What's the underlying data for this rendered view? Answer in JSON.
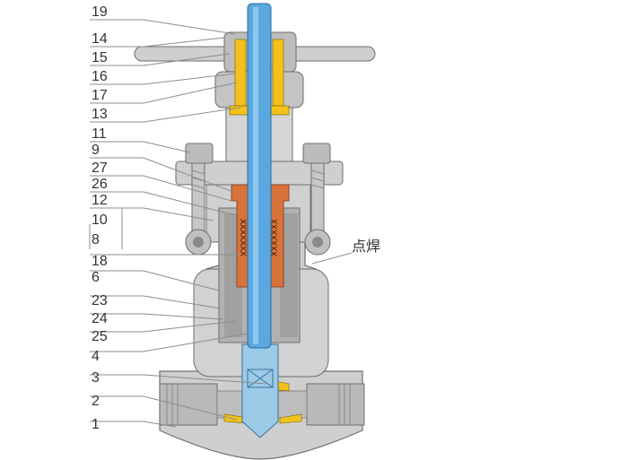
{
  "diagram": {
    "part_numbers": [
      "19",
      "14",
      "15",
      "16",
      "17",
      "13",
      "11",
      "9",
      "27",
      "26",
      "12",
      "10",
      "8",
      "18",
      "6",
      "23",
      "24",
      "25",
      "4",
      "3",
      "2",
      "1"
    ],
    "weld_label": "点焊",
    "colors": {
      "stem": "#5aa8e0",
      "packing": "#f2c21b",
      "gland_bush": "#d9723a",
      "body": "#c8c8c8",
      "body_dark": "#9a9a9a",
      "leader": "#8c8c8c"
    }
  }
}
